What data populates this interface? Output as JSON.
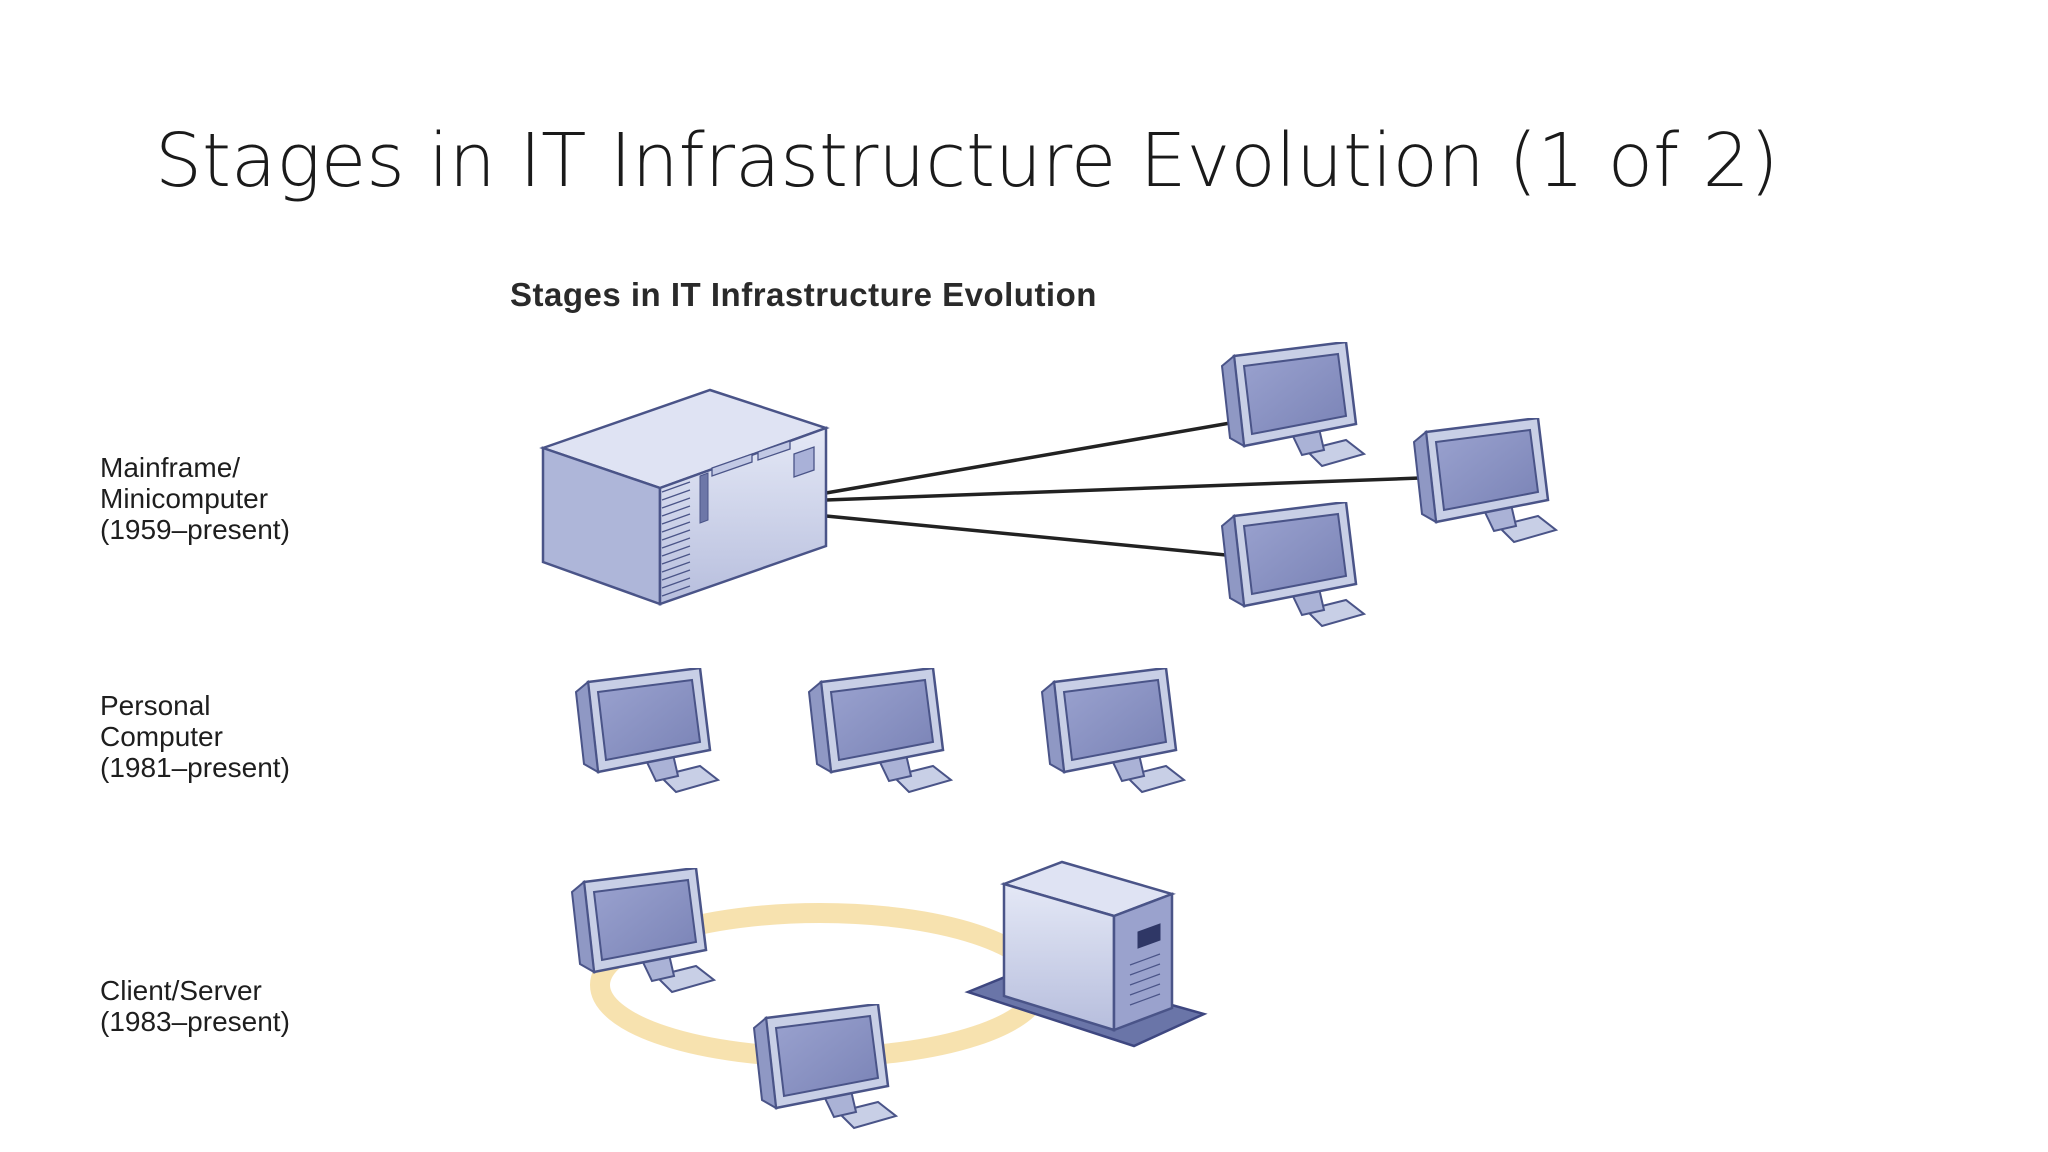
{
  "slide": {
    "title": "Stages in IT Infrastructure Evolution (1 of 2)"
  },
  "figure": {
    "title": "Stages in IT Infrastructure Evolution",
    "stages": [
      {
        "id": "mainframe",
        "lines": [
          "Mainframe/",
          "Minicomputer",
          "(1959–present)"
        ]
      },
      {
        "id": "pc",
        "lines": [
          "Personal",
          "Computer",
          "(1981–present)"
        ]
      },
      {
        "id": "client-server",
        "lines": [
          "Client/Server",
          "(1983–present)"
        ]
      }
    ]
  },
  "colors": {
    "device_fill": "#c8cfe6",
    "device_dark": "#7d87b3",
    "device_outline": "#4a5488",
    "screen": "#8a93c2",
    "ring": "#f6dfa6",
    "link": "#222222"
  }
}
